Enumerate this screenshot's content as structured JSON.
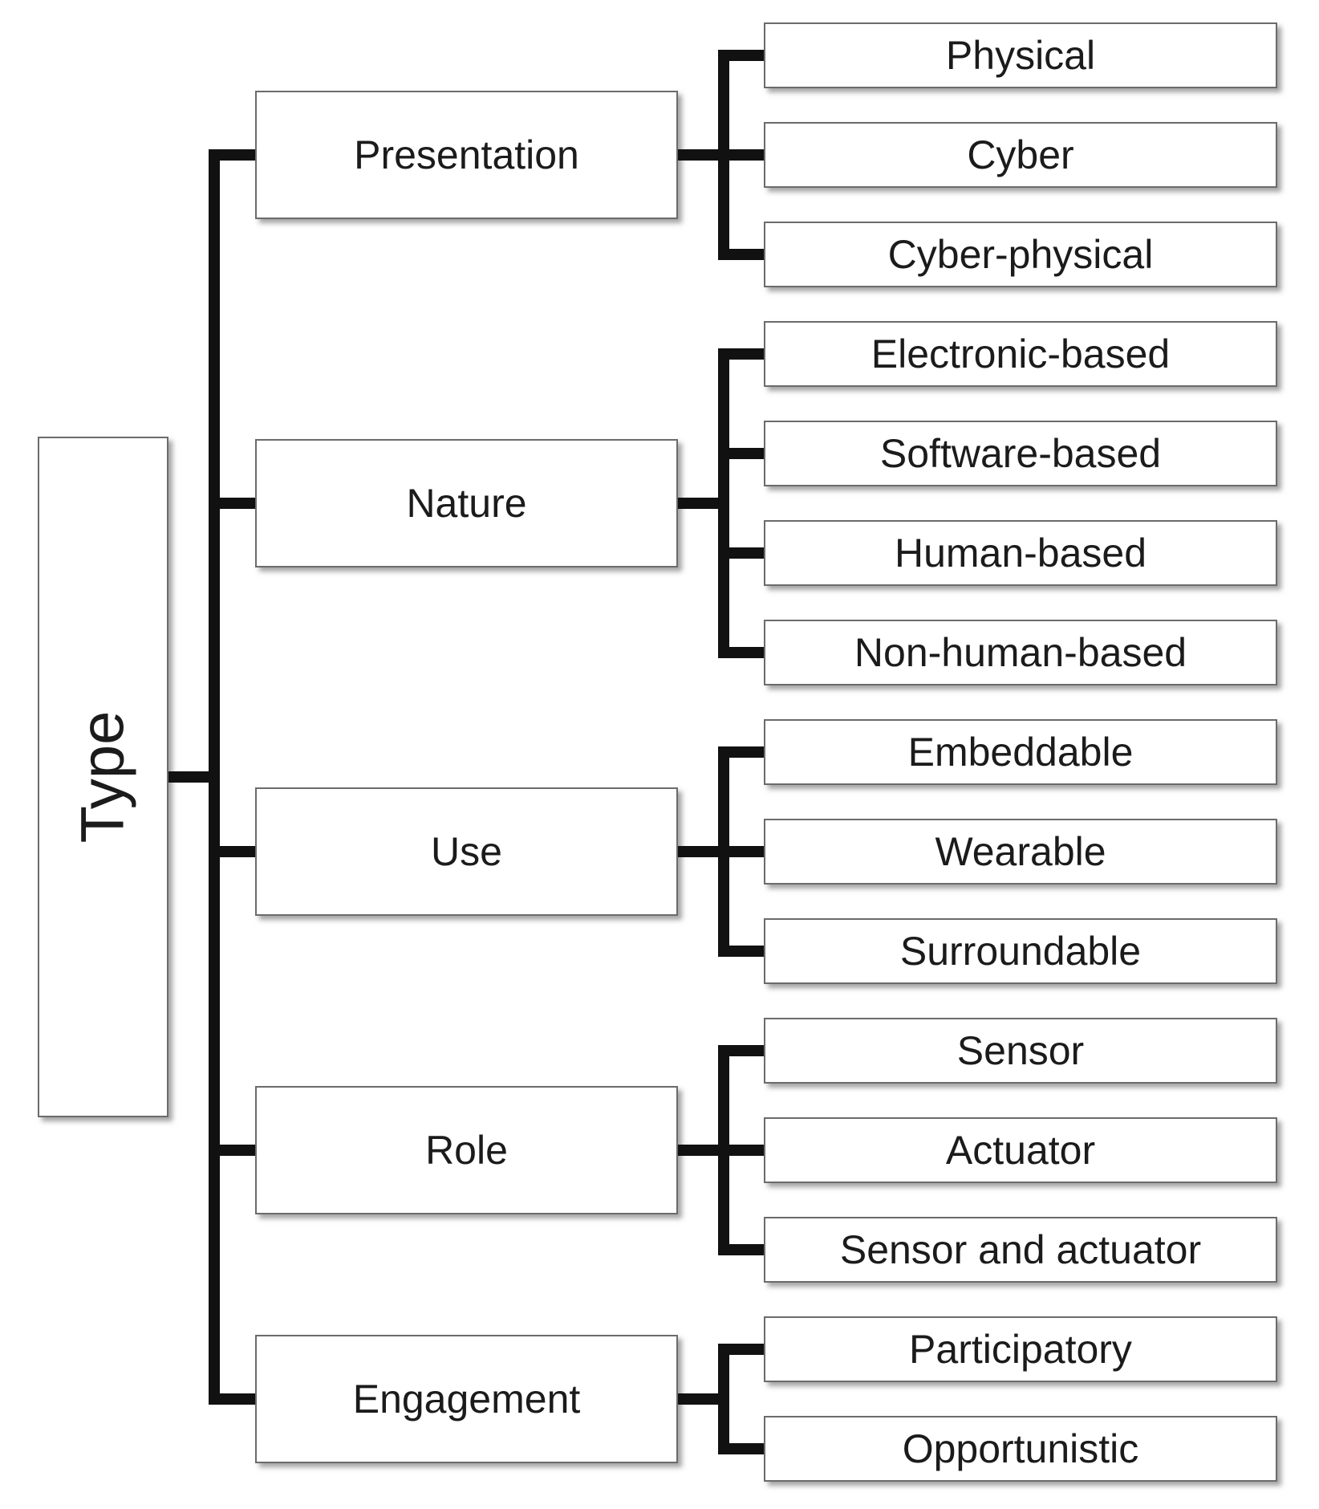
{
  "diagram": {
    "root": {
      "label": "Type"
    },
    "categories": [
      {
        "label": "Presentation",
        "children": [
          "Physical",
          "Cyber",
          "Cyber-physical"
        ]
      },
      {
        "label": "Nature",
        "children": [
          "Electronic-based",
          "Software-based",
          "Human-based",
          "Non-human-based"
        ]
      },
      {
        "label": "Use",
        "children": [
          "Embeddable",
          "Wearable",
          "Surroundable"
        ]
      },
      {
        "label": "Role",
        "children": [
          "Sensor",
          "Actuator",
          "Sensor and actuator"
        ]
      },
      {
        "label": "Engagement",
        "children": [
          "Participatory",
          "Opportunistic"
        ]
      }
    ],
    "colors": {
      "line": "#111111",
      "box_border": "#6b6b6b",
      "box_fill": "#ffffff",
      "text": "#1b1b1b"
    }
  }
}
